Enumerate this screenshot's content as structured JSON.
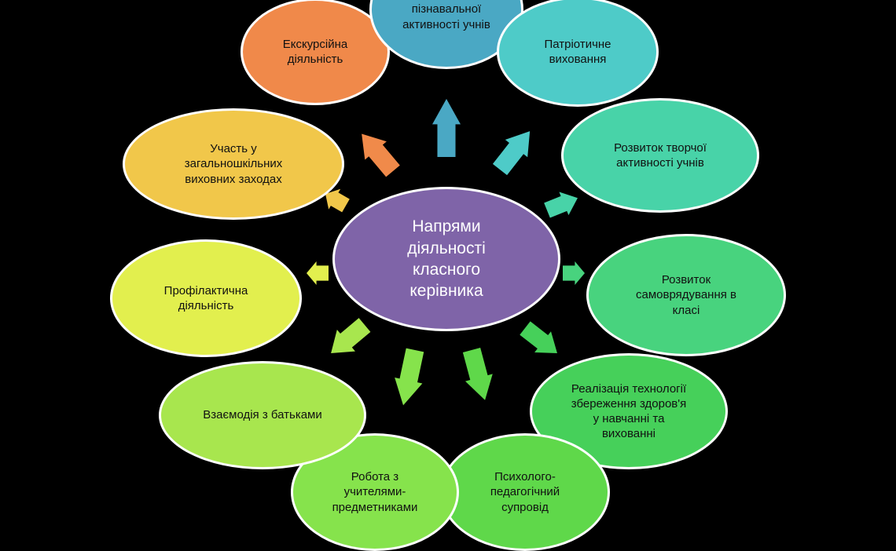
{
  "center": {
    "label": "Напрями\nдіяльності\nкласного\nкерівника",
    "color": "#7f64a8"
  },
  "nodes": [
    {
      "label": "Екскурсійна\nдіяльність",
      "color": "#f0894a"
    },
    {
      "label": "Розвиток\nпізнавальної\nактивності учнів",
      "color": "#4aa8c4"
    },
    {
      "label": "Патріотичне\nвиховання",
      "color": "#4ecbc8"
    },
    {
      "label": "Розвиток творчої\nактивності учнів",
      "color": "#48d3a8"
    },
    {
      "label": "Розвиток\nсамоврядування  в\nкласі",
      "color": "#48d37e"
    },
    {
      "label": "Реалізація технології\nзбереження здоров'я\nу навчанні та\nвихованні",
      "color": "#46d05a"
    },
    {
      "label": "Психолого-\nпедагогічний\nсупровід",
      "color": "#5fd84a"
    },
    {
      "label": "Робота з\nучителями-\nпредметниками",
      "color": "#86e34c"
    },
    {
      "label": "Взаємодія з батьками",
      "color": "#a8e64e"
    },
    {
      "label": "Профілактична\nдіяльність",
      "color": "#e2ef4e"
    },
    {
      "label": "Участь у\nзагальношкільних\nвиховних заходах",
      "color": "#f1c74a"
    }
  ],
  "arrow_colors": [
    "#f08a4a",
    "#4aa8c4",
    "#4ecbc8",
    "#48d3a8",
    "#48d37e",
    "#46d05a",
    "#5fd84a",
    "#86e34c",
    "#a8e64e",
    "#e2ef4e",
    "#f1c74a"
  ]
}
